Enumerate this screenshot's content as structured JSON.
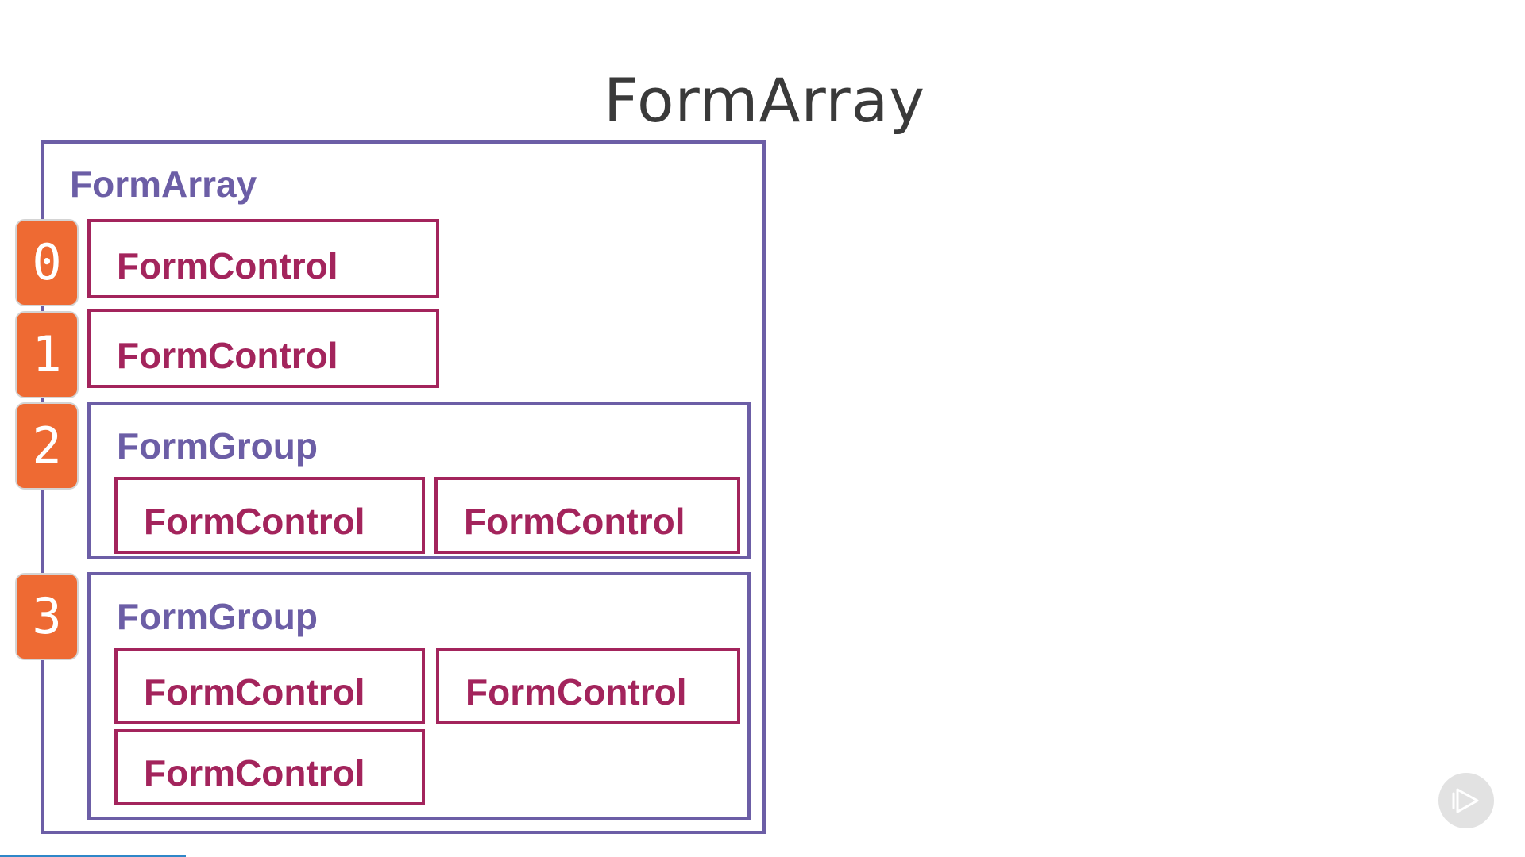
{
  "slide": {
    "title": "FormArray"
  },
  "diagram": {
    "array_label": "FormArray",
    "indices": [
      "0",
      "1",
      "2",
      "3"
    ],
    "items": [
      {
        "type": "FormControl",
        "label": "FormControl"
      },
      {
        "type": "FormControl",
        "label": "FormControl"
      },
      {
        "type": "FormGroup",
        "label": "FormGroup",
        "controls": [
          "FormControl",
          "FormControl"
        ]
      },
      {
        "type": "FormGroup",
        "label": "FormGroup",
        "controls": [
          "FormControl",
          "FormControl",
          "FormControl"
        ]
      }
    ]
  },
  "player": {
    "play_icon": "play-icon",
    "progress_color": "#2f87c8"
  },
  "colors": {
    "array_border": "#6c5ea6",
    "control_border": "#a3245c",
    "index_badge": "#ee6a33"
  }
}
